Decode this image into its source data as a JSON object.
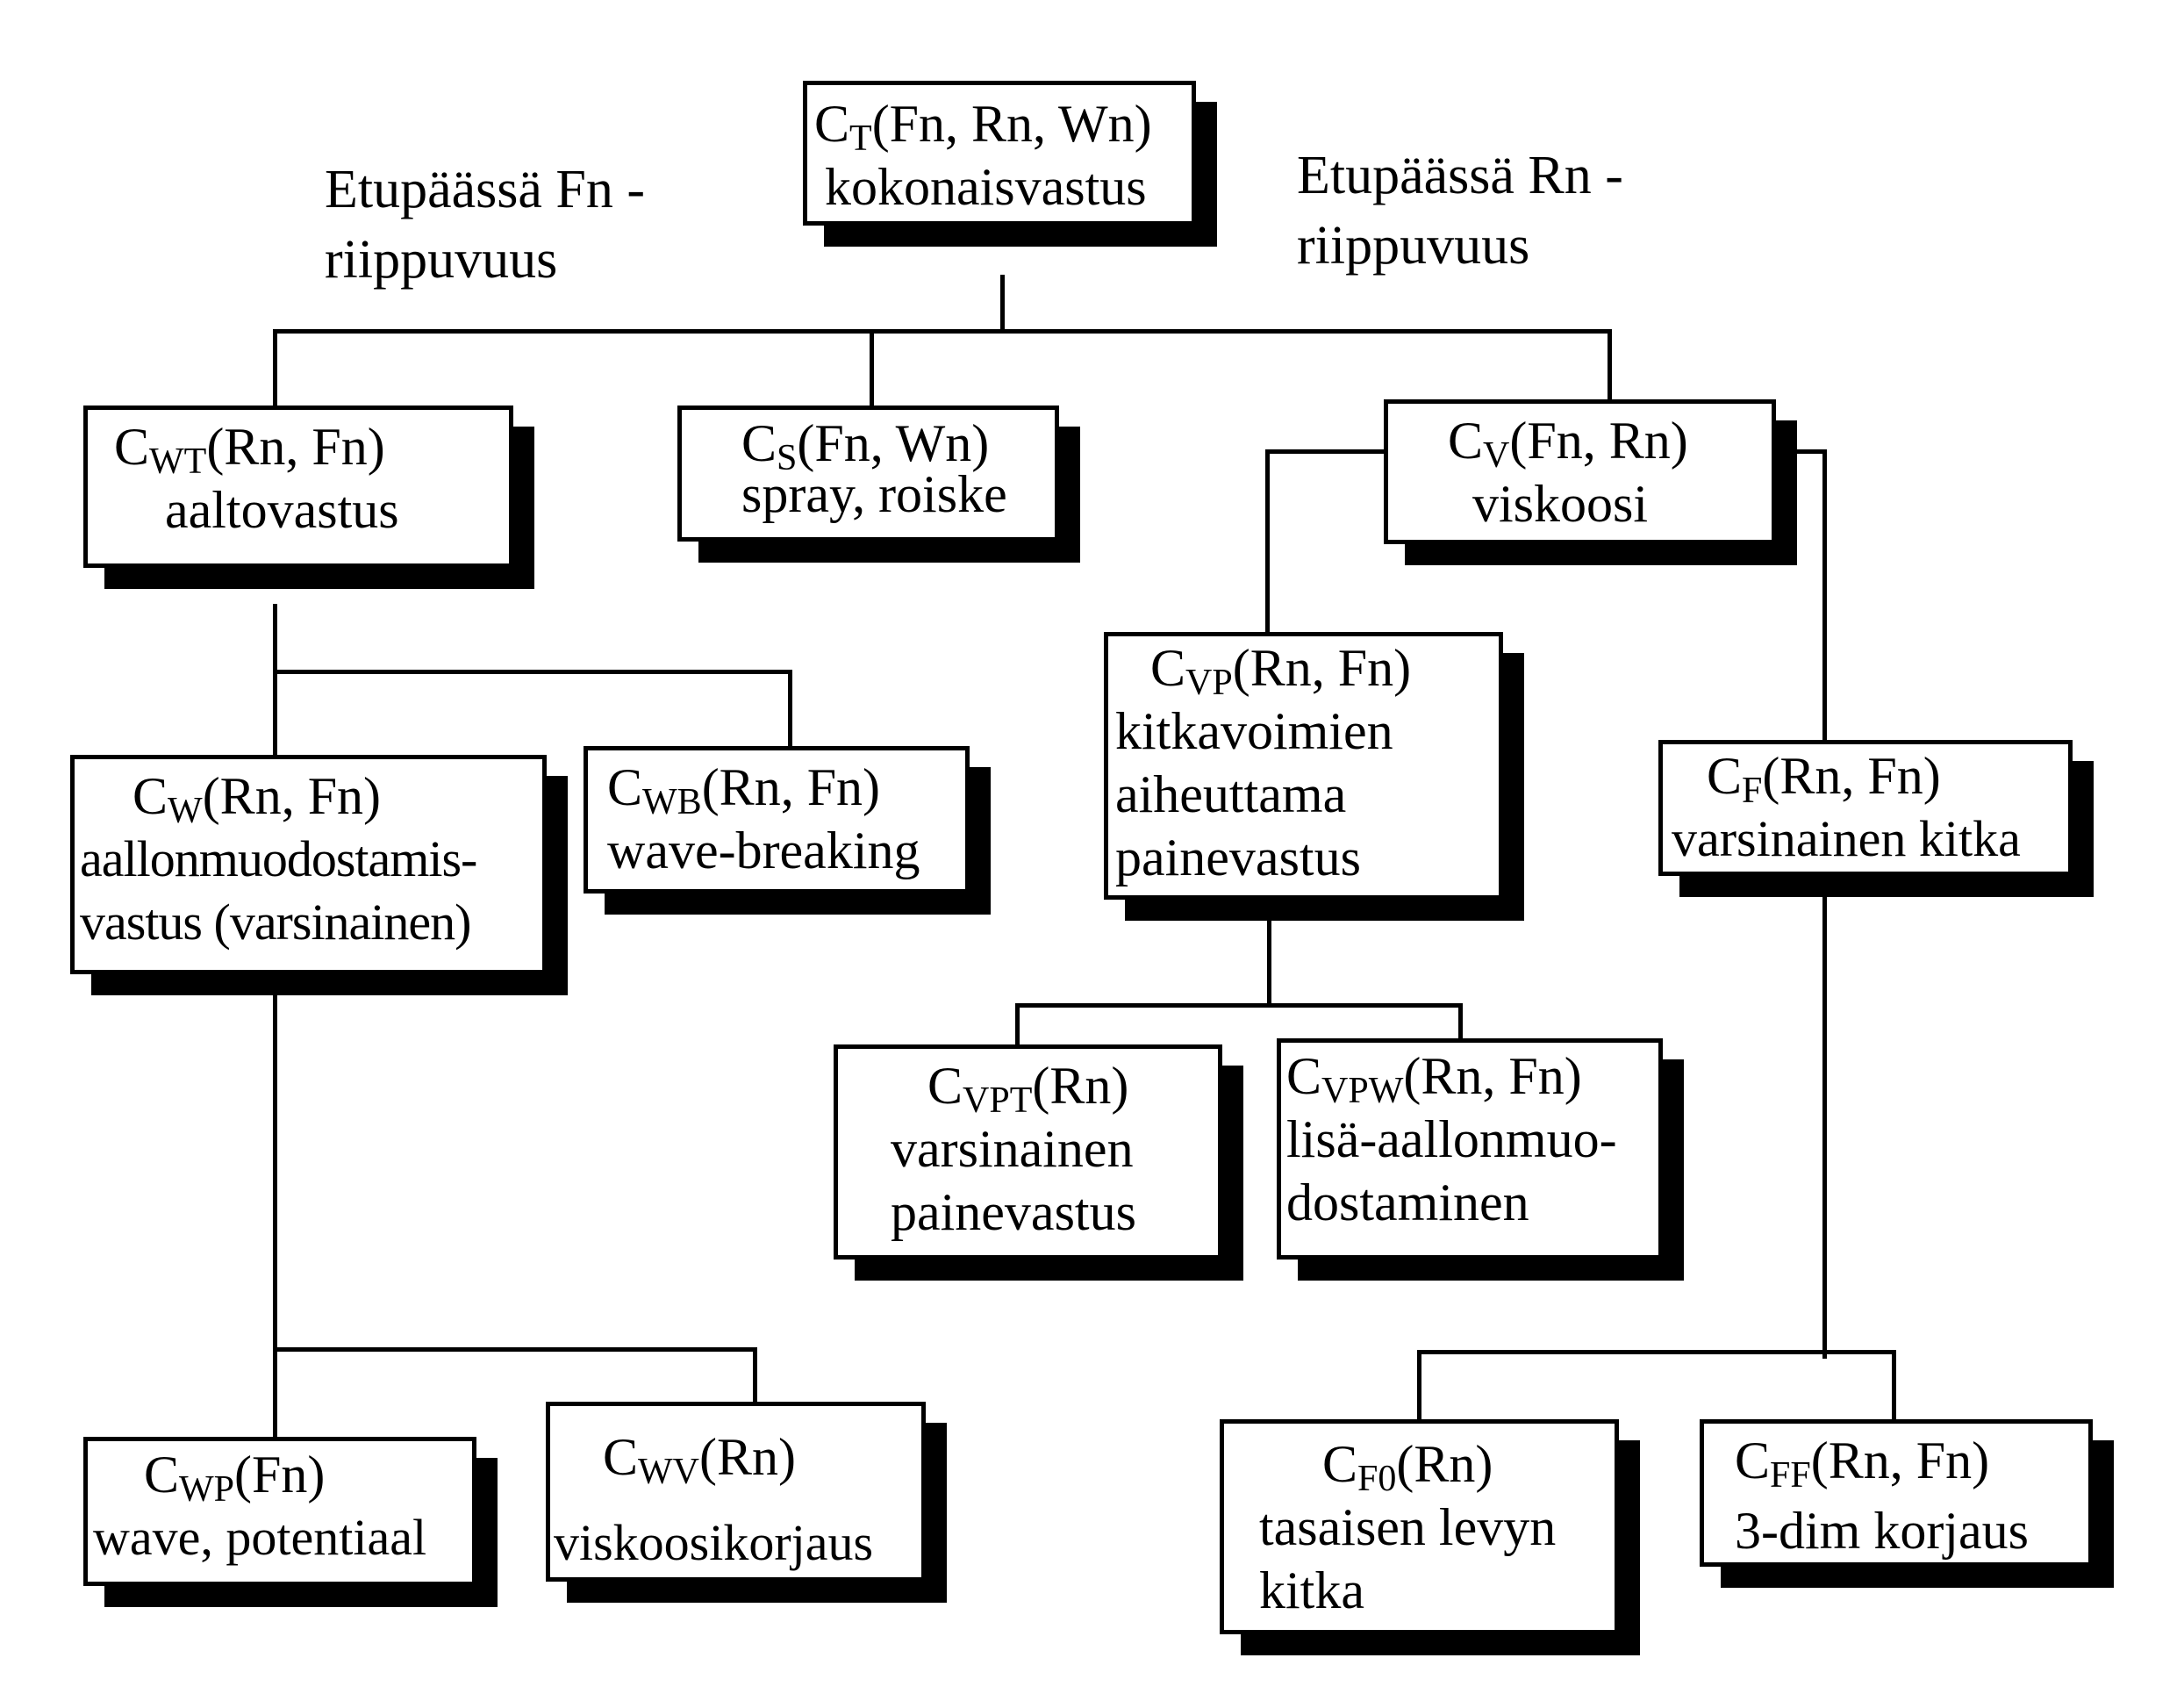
{
  "notes": {
    "left": [
      "Etupäässä  Fn  -",
      "riippuvuus"
    ],
    "right": [
      "Etupäässä Rn -",
      "riippuvuus"
    ]
  },
  "nodes": {
    "ct": {
      "sym": "C",
      "sub": "T",
      "args": "(Fn, Rn, Wn)",
      "lines": [
        "kokonaisvastus"
      ]
    },
    "cwt": {
      "sym": "C",
      "sub": "WT",
      "args": "(Rn, Fn)",
      "lines": [
        "aaltovastus"
      ]
    },
    "cs": {
      "sym": "C",
      "sub": "S",
      "args": "(Fn, Wn)",
      "lines": [
        "spray, roiske"
      ]
    },
    "cv": {
      "sym": "C",
      "sub": "V",
      "args": "(Fn, Rn)",
      "lines": [
        "viskoosi"
      ]
    },
    "cw": {
      "sym": "C",
      "sub": "W",
      "args": "(Rn, Fn)",
      "lines": [
        "aallonmuodostamis-",
        "vastus (varsinainen)"
      ]
    },
    "cwb": {
      "sym": "C",
      "sub": "WB",
      "args": "(Rn, Fn)",
      "lines": [
        "wave-breaking"
      ]
    },
    "cvp": {
      "sym": "C",
      "sub": "VP",
      "args": "(Rn, Fn)",
      "lines": [
        "kitkavoimien",
        "aiheuttama",
        "painevastus"
      ]
    },
    "cf": {
      "sym": "C",
      "sub": "F",
      "args": "(Rn, Fn)",
      "lines": [
        "varsinainen kitka"
      ]
    },
    "cvpt": {
      "sym": "C",
      "sub": "VPT",
      "args": "(Rn)",
      "lines": [
        "varsinainen",
        "painevastus"
      ]
    },
    "cvpw": {
      "sym": "C",
      "sub": "VPW",
      "args": "(Rn, Fn)",
      "lines": [
        "lisä-aallonmuo-",
        "dostaminen"
      ]
    },
    "cwp": {
      "sym": "C",
      "sub": "WP",
      "args": "(Fn)",
      "lines": [
        "wave, potentiaal"
      ]
    },
    "cwv": {
      "sym": "C",
      "sub": "WV",
      "args": "(Rn)",
      "lines": [
        "viskoosikorjaus"
      ]
    },
    "cf0": {
      "sym": "C",
      "sub": "F0",
      "args": "(Rn)",
      "lines": [
        "tasaisen levyn",
        "kitka"
      ]
    },
    "cff": {
      "sym": "C",
      "sub": "FF",
      "args": "(Rn, Fn)",
      "lines": [
        "3-dim korjaus"
      ]
    }
  }
}
